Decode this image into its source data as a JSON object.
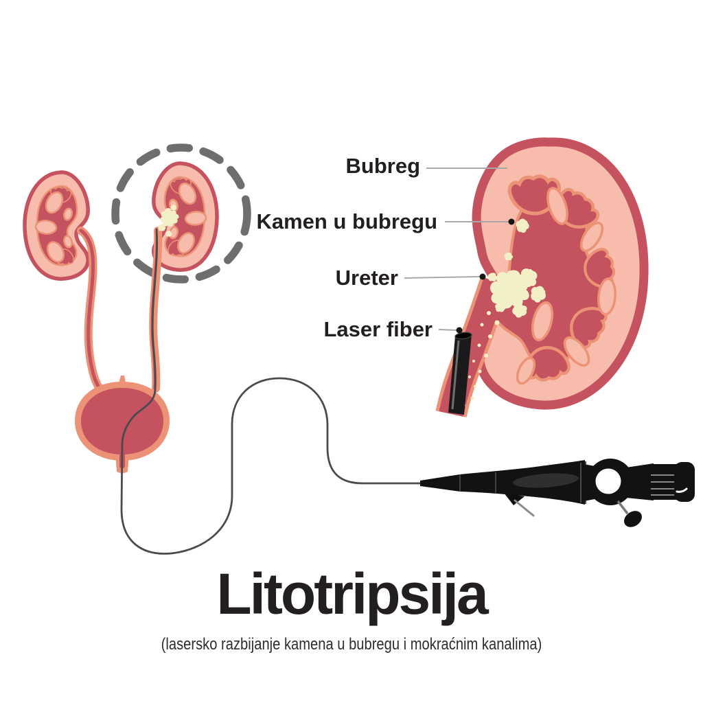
{
  "illustration": {
    "labels": {
      "kidney": "Bubreg",
      "kidney_stone": "Kamen u bubregu",
      "ureter": "Ureter",
      "laser_fiber": "Laser fiber"
    },
    "title": "Litotripsija",
    "subtitle": "(lasersko razbijanje kamena u bubregu i mokraćnim kanalima)",
    "colors": {
      "crimson": "#c5525f",
      "pink": "#f7bcab",
      "salmon": "#ec9377",
      "stone": "#f3efc6",
      "dash_gray": "#6d6e70",
      "wire_gray": "#4a4b4d",
      "device_black": "#121212",
      "text_black": "#231f20",
      "text_soft": "#2e2c2d",
      "leader_gray": "#a8a8a8",
      "bg": "#ffffff"
    }
  }
}
